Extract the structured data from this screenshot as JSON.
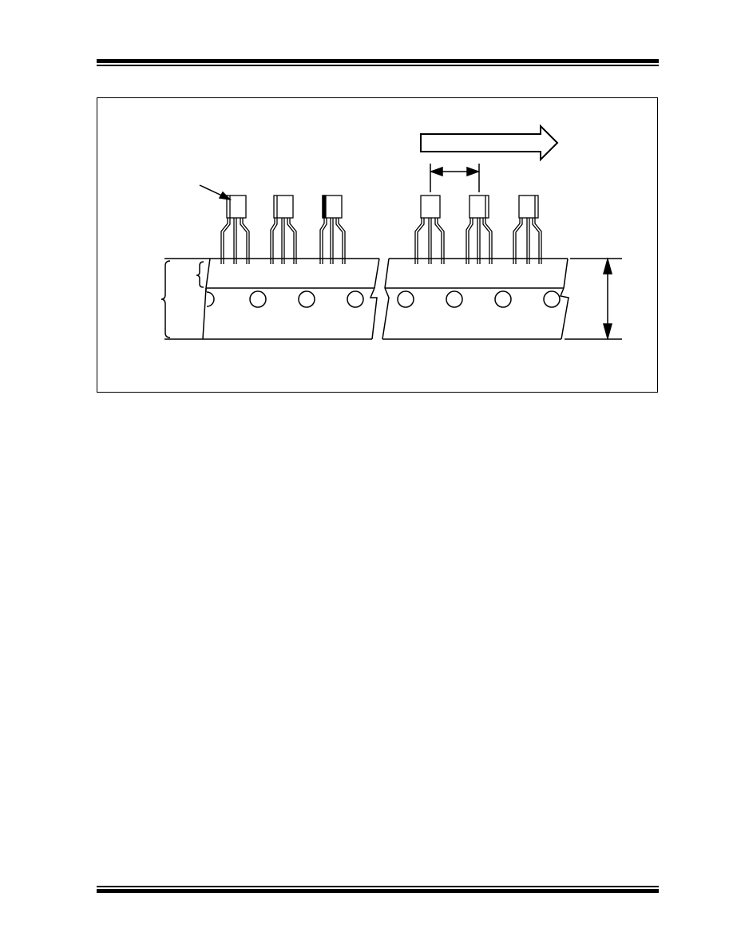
{
  "page": {
    "header_rule": "header-rule",
    "footer_rule": "footer-rule"
  },
  "figure": {
    "description_text": "",
    "components_left_count": 3,
    "components_right_count": 3,
    "sprocket_holes_left_count": 4,
    "sprocket_holes_right_count": 4
  },
  "colors": {
    "line": "#000000",
    "background": "#ffffff"
  }
}
